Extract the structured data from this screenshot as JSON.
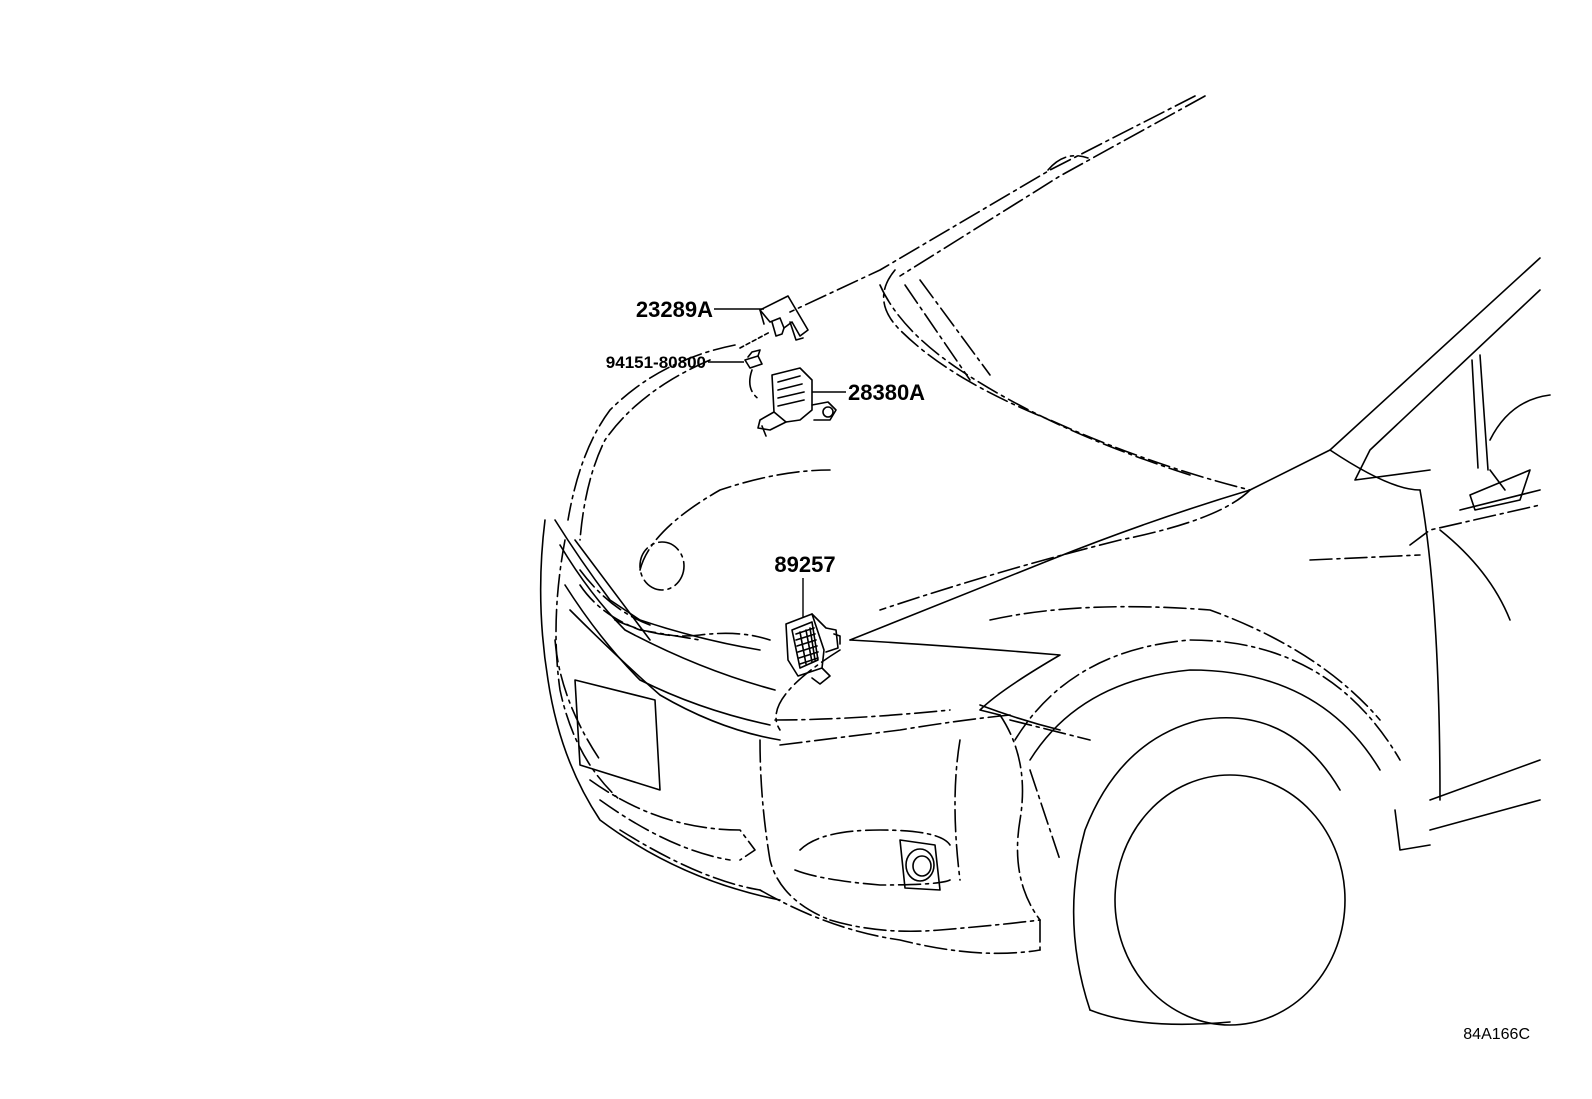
{
  "diagram": {
    "callouts": [
      {
        "id": "23289A",
        "label": "23289A"
      },
      {
        "id": "94151-80800",
        "label": "94151-80800"
      },
      {
        "id": "28380A",
        "label": "28380A"
      },
      {
        "id": "89257",
        "label": "89257"
      }
    ],
    "drawing_code": "84A166C"
  }
}
